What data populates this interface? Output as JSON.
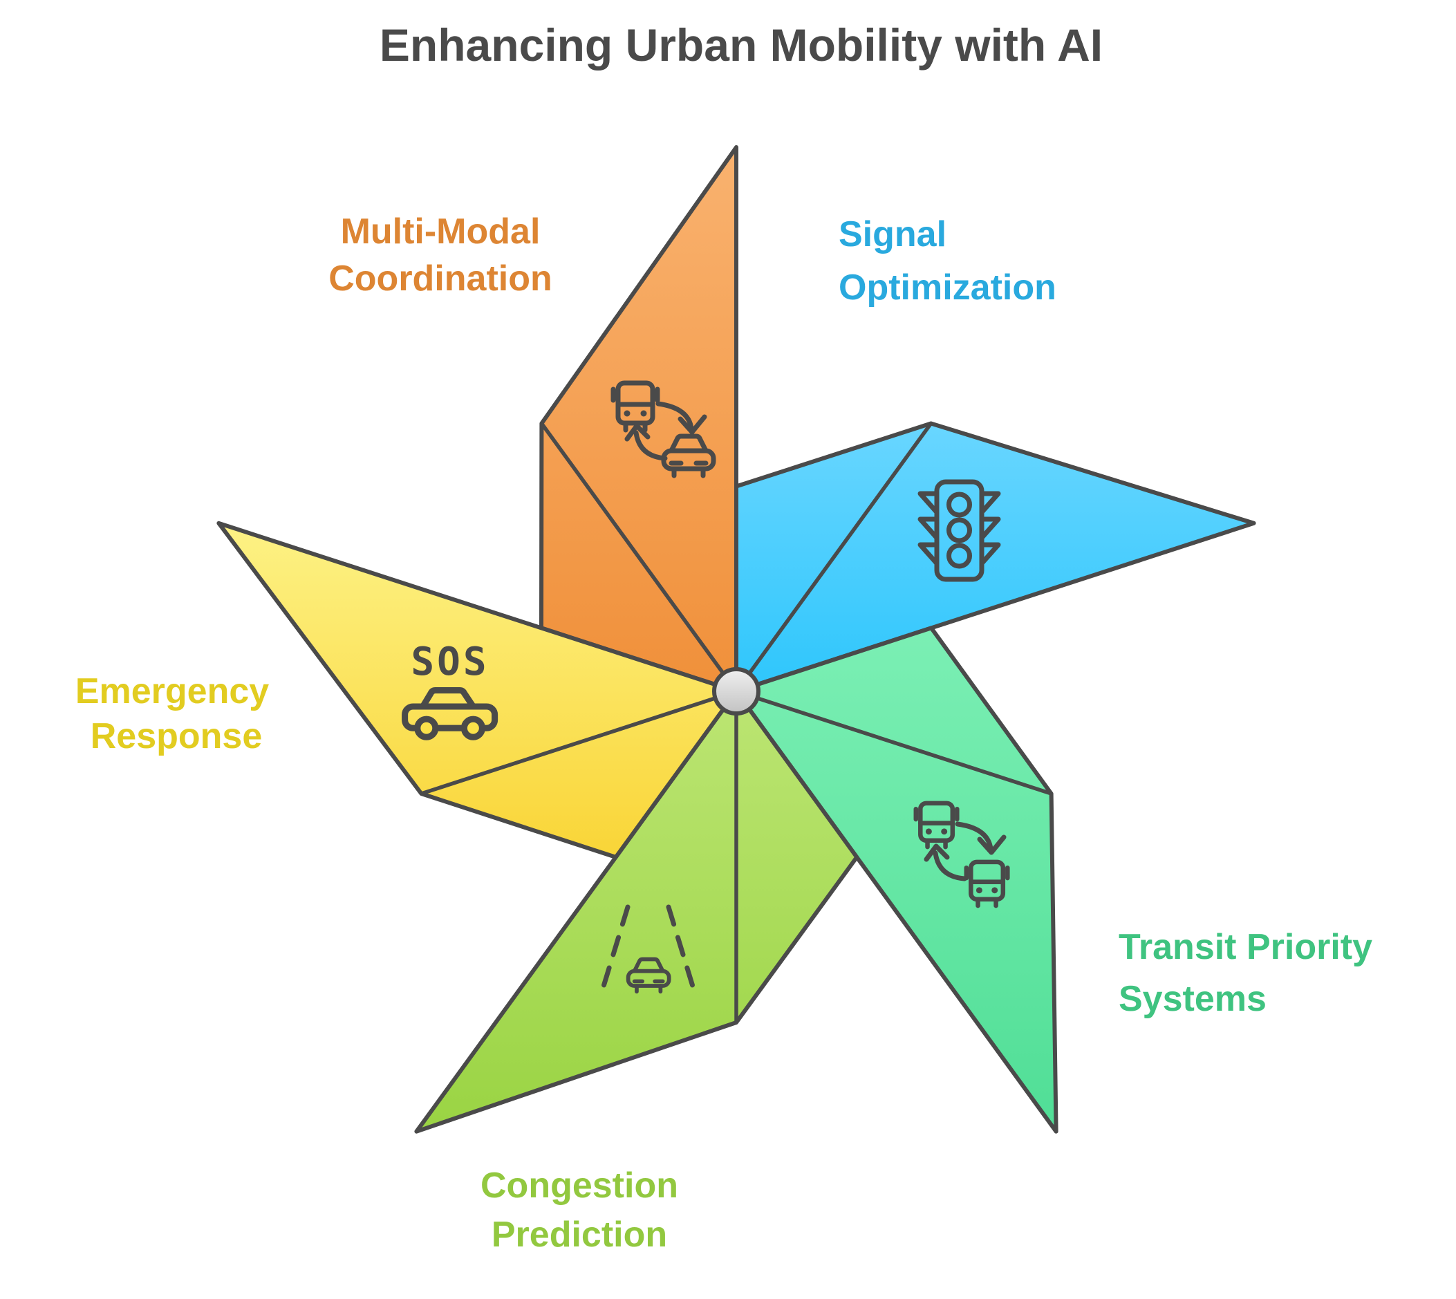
{
  "title": "Enhancing Urban Mobility with AI",
  "title_color": "#4A4A4A",
  "outline_color": "#4A4A4A",
  "background_color": "#FFFFFF",
  "hub": {
    "fill_light": "#F0F0F0",
    "fill_deep": "#C2C2C2"
  },
  "blades": [
    {
      "name": "Multi-Modal Coordination",
      "label_line1": "Multi-Modal",
      "label_line2": "Coordination",
      "label_color": "#DD8533",
      "fill_light": "#F9B26F",
      "fill_deep": "#F0903A",
      "icon": "bus-car-exchange-icon"
    },
    {
      "name": "Signal Optimization",
      "label_line1": "Signal",
      "label_line2": "Optimization",
      "label_color": "#29A9DE",
      "fill_light": "#69D6FF",
      "fill_deep": "#2EC6FC",
      "icon": "traffic-light-icon"
    },
    {
      "name": "Transit Priority Systems",
      "label_line1": "Transit Priority",
      "label_line2": "Systems",
      "label_color": "#3FC380",
      "fill_light": "#7BEFB4",
      "fill_deep": "#50DE96",
      "icon": "bus-bus-exchange-icon"
    },
    {
      "name": "Congestion Prediction",
      "label_line1": "Congestion",
      "label_line2": "Prediction",
      "label_color": "#92C83F",
      "fill_light": "#BCE573",
      "fill_deep": "#9AD443",
      "icon": "car-road-icon"
    },
    {
      "name": "Emergency Response",
      "label_line1": "Emergency",
      "label_line2": "Response",
      "label_color": "#E2CC20",
      "fill_light": "#FDF285",
      "fill_deep": "#F9D537",
      "icon": "sos-car-icon",
      "icon_text": "SOS"
    }
  ]
}
